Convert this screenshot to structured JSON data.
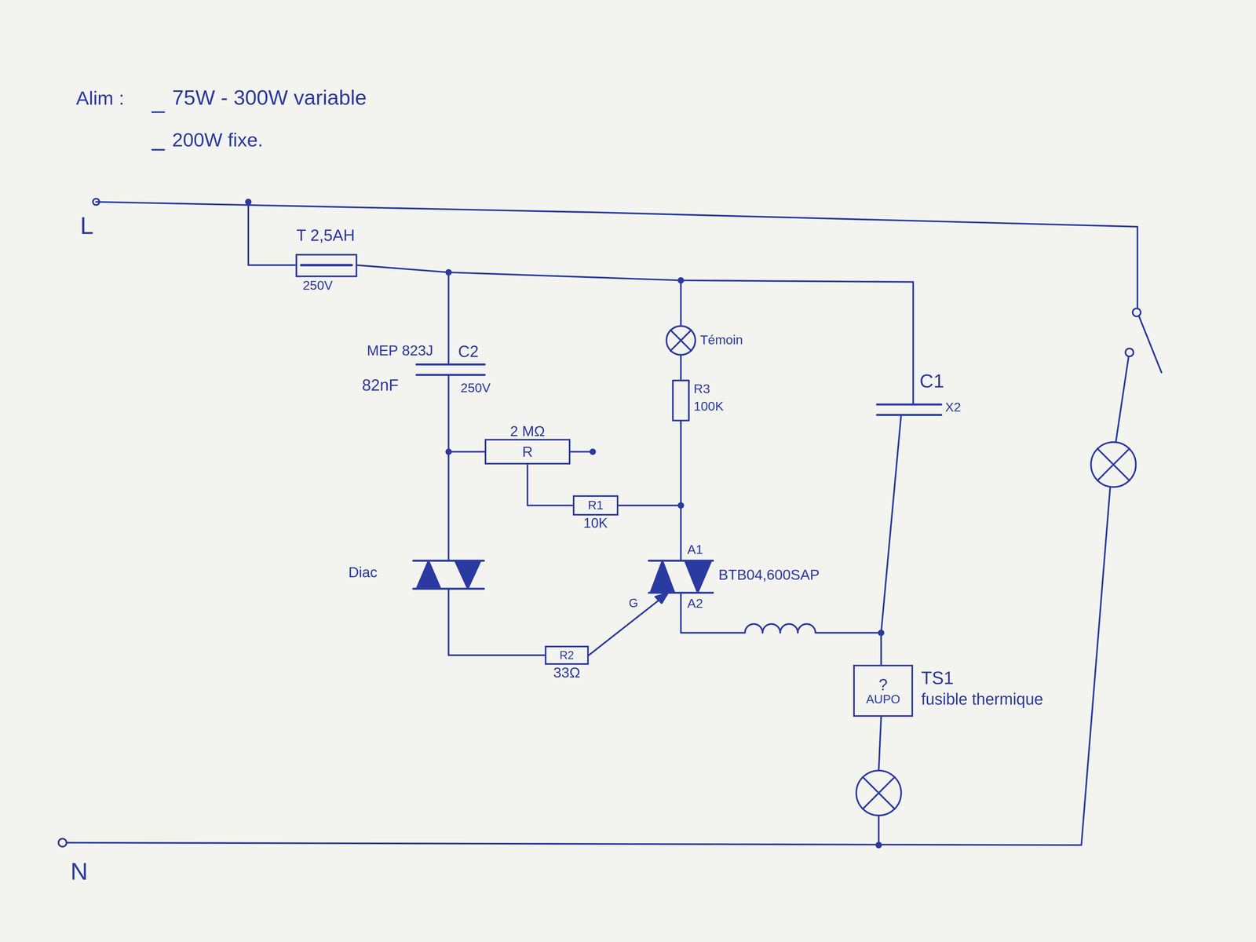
{
  "diagram": {
    "nodes": [
      {
        "text": [
          "2 MΩ",
          "R"
        ]
      },
      {
        "text": [
          "R1",
          "10K"
        ]
      },
      {
        "text": [
          "R2",
          "33Ω"
        ]
      },
      {
        "text": [
          "?",
          "AUPO"
        ]
      }
    ],
    "edges": [
      {
        "from": 0,
        "to": 1,
        "arrow": "none"
      }
    ],
    "labels": [
      "Alim :",
      "75W - 300W variable",
      "200W fixe.",
      "L",
      "N",
      "T 2,5AH",
      "250V",
      "MEP 823J",
      "C2",
      "82nF",
      "250V",
      "Témoin",
      "R3",
      "100K",
      "Diac",
      "A1",
      "A2",
      "G",
      "BTB04,600SAP",
      "C1",
      "X2",
      "TS1",
      "fusible thermique"
    ]
  }
}
